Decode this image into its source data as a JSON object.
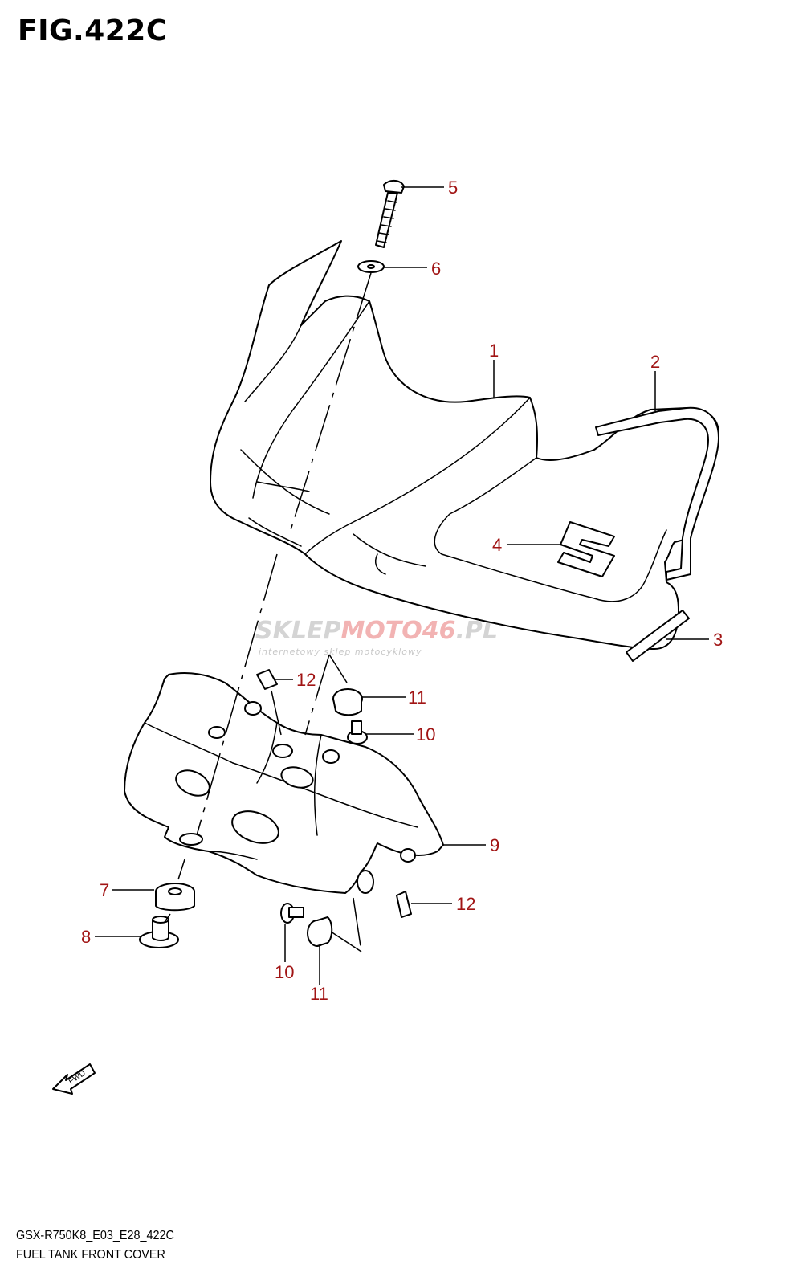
{
  "figure": {
    "title": "FIG.422C"
  },
  "callouts": [
    {
      "id": "1",
      "label": "1"
    },
    {
      "id": "2",
      "label": "2"
    },
    {
      "id": "3",
      "label": "3"
    },
    {
      "id": "4",
      "label": "4"
    },
    {
      "id": "5",
      "label": "5"
    },
    {
      "id": "6",
      "label": "6"
    },
    {
      "id": "7",
      "label": "7"
    },
    {
      "id": "8",
      "label": "8"
    },
    {
      "id": "9",
      "label": "9"
    },
    {
      "id": "10a",
      "label": "10"
    },
    {
      "id": "10b",
      "label": "10"
    },
    {
      "id": "11a",
      "label": "11"
    },
    {
      "id": "11b",
      "label": "11"
    },
    {
      "id": "12a",
      "label": "12"
    },
    {
      "id": "12b",
      "label": "12"
    }
  ],
  "watermark": {
    "brand_main": "SKLEP",
    "brand_accent": "MOTO46",
    "brand_suffix": ".PL",
    "tagline": "internetowy sklep motocyklowy"
  },
  "fwd_indicator": {
    "label": "FWD"
  },
  "footer": {
    "code": "GSX-R750K8_E03_E28_422C",
    "caption": "FUEL TANK FRONT COVER"
  }
}
